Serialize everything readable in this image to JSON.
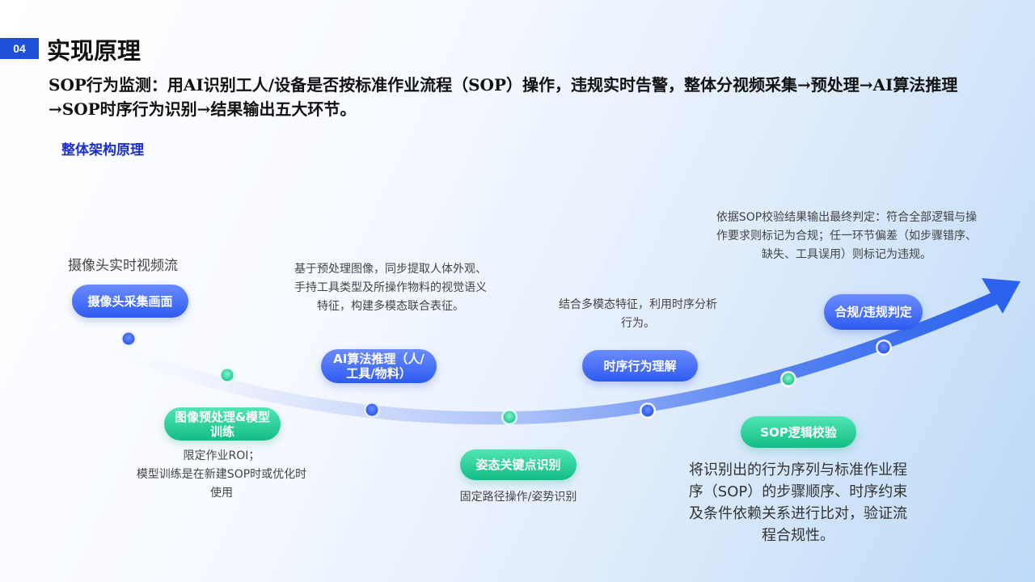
{
  "header": {
    "section_number": "04",
    "title": "实现原理",
    "intro": "SOP行为监测：用AI识别工人/设备是否按标准作业流程（SOP）操作，违规实时告警，整体分视频采集→预处理→AI算法推理→SOP时序行为识别→结果输出五大环节。",
    "subtitle": "整体架构原理"
  },
  "steps": [
    {
      "label": "摄像头采集画面",
      "desc": "摄像头实时视频流"
    },
    {
      "label": "图像预处理&模型训练",
      "desc": "限定作业ROI；\n模型训练是在新建SOP时或优化时使用"
    },
    {
      "label": "AI算法推理（人/工具/物料）",
      "desc": "基于预处理图像，同步提取人体外观、手持工具类型及所操作物料的视觉语义特征，构建多模态联合表征。"
    },
    {
      "label": "姿态关键点识别",
      "desc": "固定路径操作/姿势识别"
    },
    {
      "label": "时序行为理解",
      "desc": "结合多模态特征，利用时序分析行为。"
    },
    {
      "label": "SOP逻辑校验",
      "desc": "将识别出的行为序列与标准作业程序（SOP）的步骤顺序、时序约束及条件依赖关系进行比对，验证流程合规性。"
    },
    {
      "label": "合规/违规判定",
      "desc": "依据SOP校验结果输出最终判定：符合全部逻辑与操作要求则标记为合规；任一环节偏差（如步骤错序、缺失、工具误用）则标记为违规。"
    }
  ],
  "colors": {
    "blue": "#2e5bf0",
    "green": "#14bc86",
    "arrow": "#2c63ee",
    "badge": "#2150d8"
  }
}
